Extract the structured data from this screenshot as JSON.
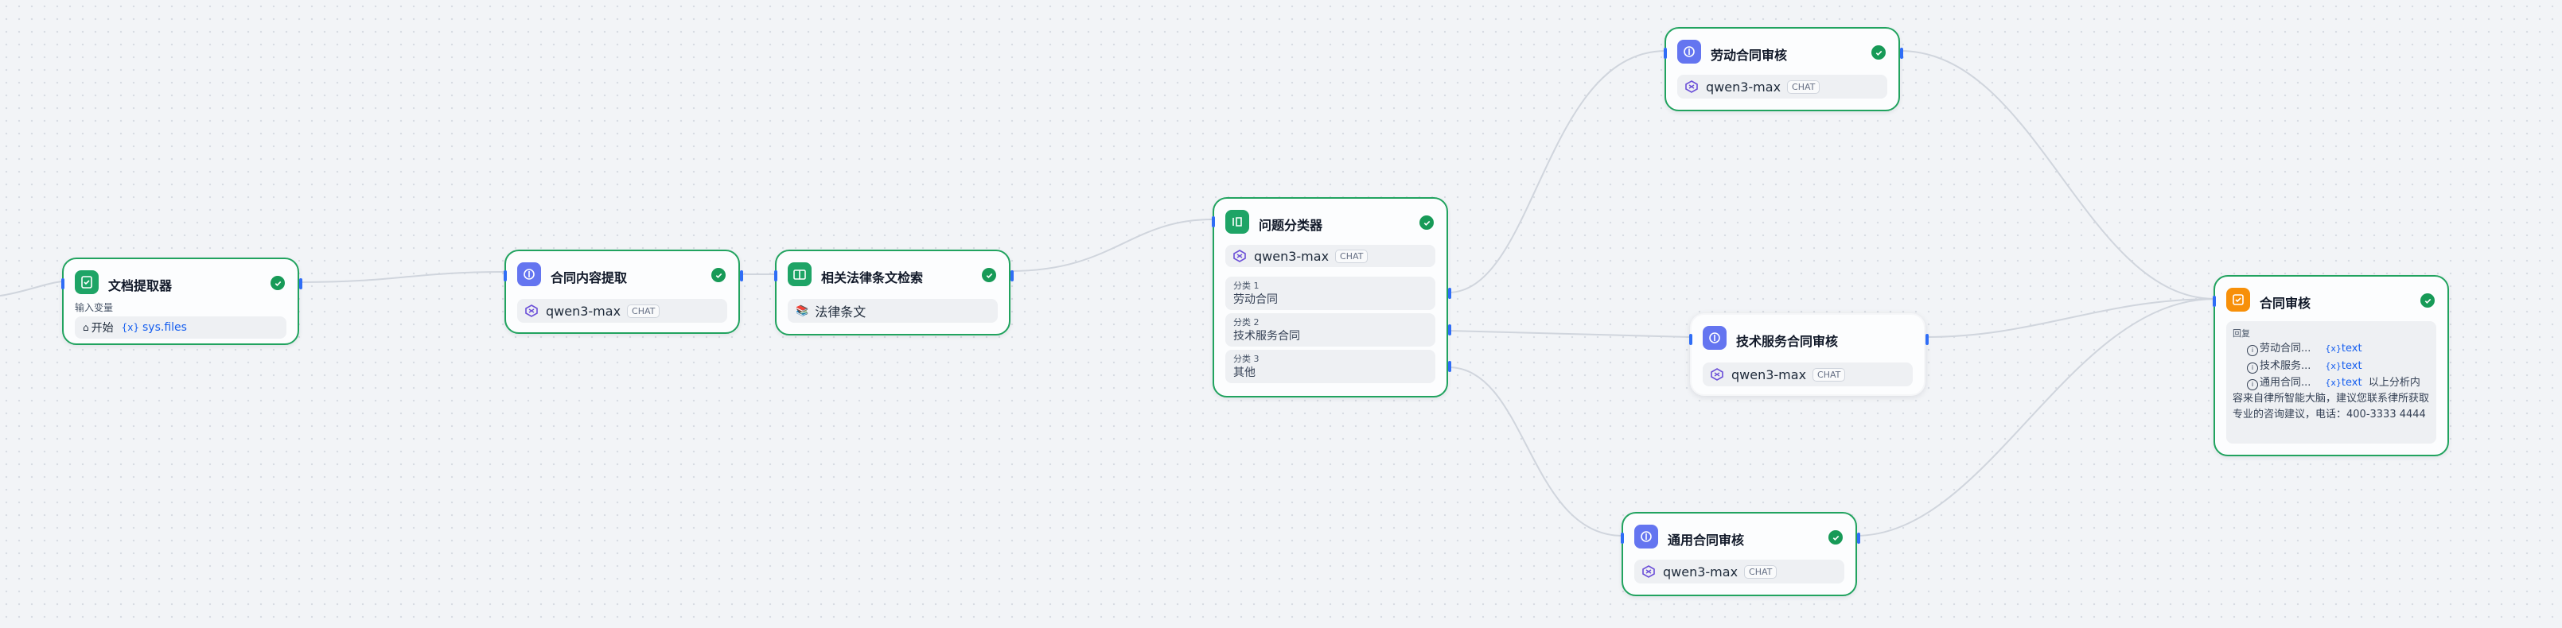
{
  "nodes": {
    "doc_extractor": {
      "title": "文档提取器",
      "input_label": "输入变量",
      "var_source": "开始",
      "var_name": "sys.files"
    },
    "contract_extract": {
      "title": "合同内容提取",
      "model": "qwen3-max",
      "mode": "CHAT"
    },
    "law_search": {
      "title": "相关法律条文检索",
      "kb": "法律条文"
    },
    "classifier": {
      "title": "问题分类器",
      "model": "qwen3-max",
      "mode": "CHAT",
      "classes": [
        {
          "label": "分类 1",
          "value": "劳动合同"
        },
        {
          "label": "分类 2",
          "value": "技术服务合同"
        },
        {
          "label": "分类 3",
          "value": "其他"
        }
      ]
    },
    "labor_review": {
      "title": "劳动合同审核",
      "model": "qwen3-max",
      "mode": "CHAT"
    },
    "tech_review": {
      "title": "技术服务合同审核",
      "model": "qwen3-max",
      "mode": "CHAT"
    },
    "general_review": {
      "title": "通用合同审核",
      "model": "qwen3-max",
      "mode": "CHAT"
    },
    "answer": {
      "title": "合同审核",
      "reply_label": "回复",
      "refs": [
        {
          "node": "劳动合同...",
          "var": "text"
        },
        {
          "node": "技术服务...",
          "var": "text"
        },
        {
          "node": "通用合同...",
          "var": "text"
        }
      ],
      "tail_text": "以上分析内容来自律所智能大脑，建议您联系律所获取专业的咨询建议，电话：400-3333 4444"
    }
  },
  "colors": {
    "success": "#179a57",
    "accent_blue": "#155eef",
    "node_border": "#21a35f"
  },
  "icons": [
    "doc-extractor-icon",
    "llm-icon",
    "knowledge-icon",
    "classifier-icon",
    "answer-icon",
    "success-check-icon",
    "qwen-model-icon",
    "home-icon",
    "variable-icon"
  ]
}
